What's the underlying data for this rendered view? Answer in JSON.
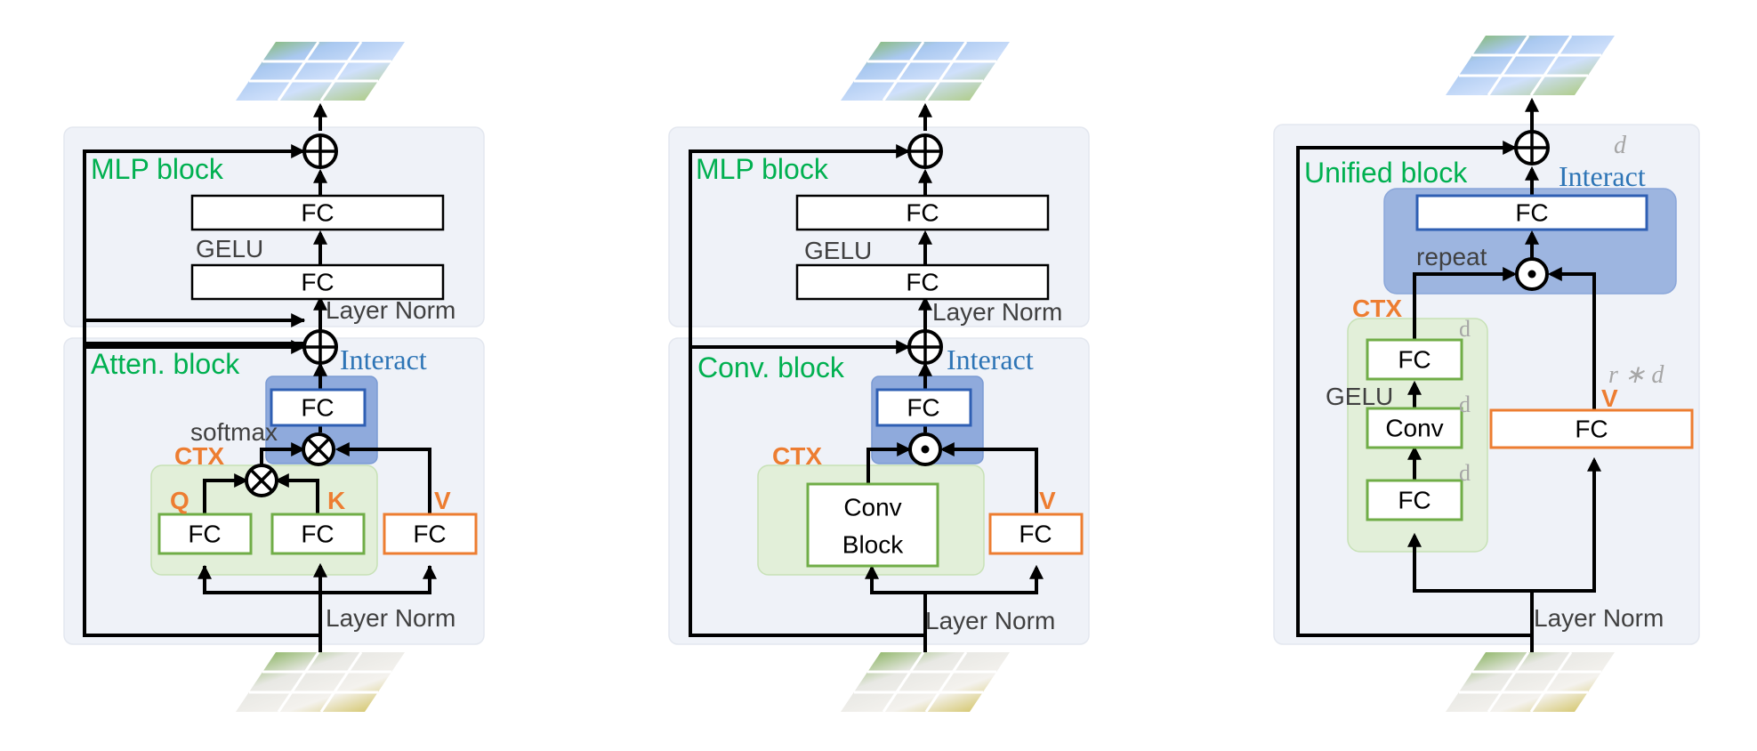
{
  "panels": [
    {
      "upper_block": {
        "title": "MLP block",
        "fc_top": "FC",
        "activation": "GELU",
        "fc_bottom": "FC",
        "norm": "Layer Norm"
      },
      "lower_block": {
        "title": "Atten. block",
        "interact_label": "Interact",
        "interact_fc": "FC",
        "softmax_label": "softmax",
        "ctx_label": "CTX",
        "q_label": "Q",
        "q_fc": "FC",
        "k_label": "K",
        "k_fc": "FC",
        "v_label": "V",
        "v_fc": "FC",
        "norm": "Layer Norm"
      }
    },
    {
      "upper_block": {
        "title": "MLP block",
        "fc_top": "FC",
        "activation": "GELU",
        "fc_bottom": "FC",
        "norm": "Layer Norm"
      },
      "lower_block": {
        "title": "Conv. block",
        "interact_label": "Interact",
        "interact_fc": "FC",
        "ctx_label": "CTX",
        "conv_block_line1": "Conv",
        "conv_block_line2": "Block",
        "v_label": "V",
        "v_fc": "FC",
        "norm": "Layer Norm"
      }
    },
    {
      "block": {
        "title": "Unified block",
        "interact_label": "Interact",
        "interact_fc": "FC",
        "dim_top": "d",
        "repeat_label": "repeat",
        "ctx_label": "CTX",
        "fc_upper": "FC",
        "dim_upper": "d",
        "activation": "GELU",
        "conv": "Conv",
        "dim_conv": "d",
        "fc_lower": "FC",
        "dim_lower": "d",
        "v_dim": "r ∗ d",
        "v_label": "V",
        "v_fc": "FC",
        "norm": "Layer Norm"
      }
    }
  ],
  "colors": {
    "block_title": "#00b050",
    "interact": "#2e75b6",
    "ctx_qkv": "#ed7d31",
    "note": "#404040",
    "dim": "#a6a6a6"
  },
  "icons": [
    "sum-icon",
    "multiply-icon",
    "dot-product-icon",
    "image-patch-grid-icon"
  ]
}
